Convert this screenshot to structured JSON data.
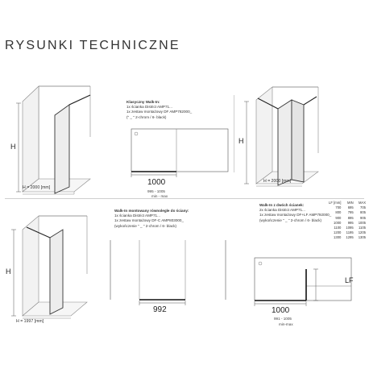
{
  "page": {
    "title": "RYSUNKI TECHNICZNE"
  },
  "drawing1": {
    "h_label": "H",
    "h_value": "H = 2000 [mm]",
    "desc": {
      "title": "Klasyczny Walk-In:",
      "lines": [
        "1x ścianka District AMP71...",
        "1x zestaw montażowy DF AMP782000_",
        "(\" _ \" 2-chrom / 6- black)"
      ]
    },
    "width_label": "1000",
    "range_label": "995 - 1005",
    "range_sub": "min - max"
  },
  "drawing2": {
    "h_label": "H",
    "h_value": "H = 2000 [mm]",
    "desc": {
      "title": "Walk-In z dwóch ścianek:",
      "lines": [
        "2x ścianka District AMP71...",
        "1x zestaw montażowy DF+LF AMP792000_",
        "(wykończenie \" _ \" 2-chrom / 6- black)"
      ]
    },
    "lf_table": {
      "headers": [
        "LF [mm]",
        "MIN",
        "MAX"
      ],
      "rows": [
        [
          "700",
          "695",
          "705"
        ],
        [
          "800",
          "795",
          "805"
        ],
        [
          "900",
          "895",
          "905"
        ],
        [
          "1000",
          "995",
          "1005"
        ],
        [
          "1100",
          "1095",
          "1105"
        ],
        [
          "1200",
          "1195",
          "1205"
        ],
        [
          "1300",
          "1295",
          "1305"
        ]
      ]
    },
    "lf_label": "LF",
    "width_label": "1000",
    "range_label": "991 - 1005",
    "range_sub": "min-max"
  },
  "drawing3": {
    "h_label": "H",
    "h_value": "H = 1997 [mm]",
    "desc": {
      "title": "Walk-In montowany równolegle do ściany:",
      "lines": [
        "1x ścianka District AMP71...",
        "1x zestaw montażowy DF-C AMP803000_",
        "(wykończenie \" _ \" 2-chrom / 6- black)"
      ]
    },
    "width_label": "992"
  }
}
